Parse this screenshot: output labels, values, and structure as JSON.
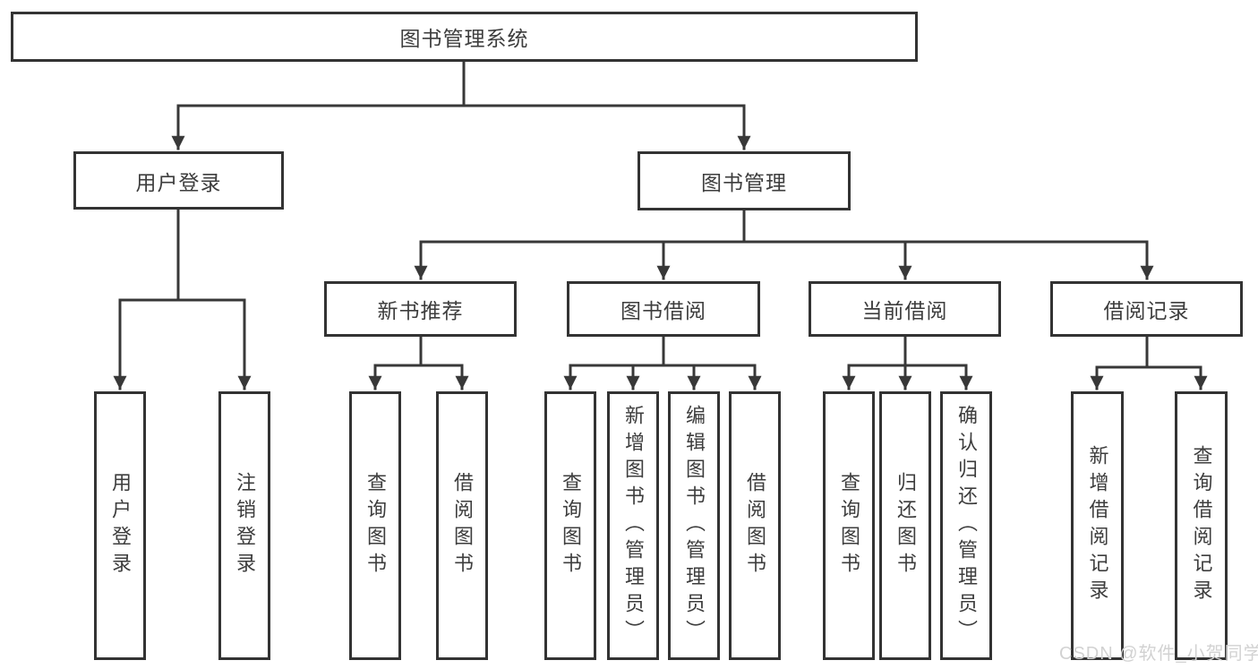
{
  "diagram_title": "图书管理系统",
  "watermark": "CSDN @软件_小贺同学",
  "colors": {
    "background": "#ffffff",
    "line": "#383838",
    "box_border": "#333333",
    "text": "#3d3d3d",
    "watermark": "#d2d2d2"
  },
  "tree": {
    "root": {
      "label": "图书管理系统"
    },
    "branches": [
      {
        "label": "用户登录",
        "children": [
          {
            "label": "用户登录"
          },
          {
            "label": "注销登录"
          }
        ]
      },
      {
        "label": "图书管理",
        "groups": [
          {
            "label": "新书推荐",
            "children": [
              {
                "label": "查询图书"
              },
              {
                "label": "借阅图书"
              }
            ]
          },
          {
            "label": "图书借阅",
            "children": [
              {
                "label": "查询图书"
              },
              {
                "label": "新增图书（管理员）"
              },
              {
                "label": "编辑图书（管理员）"
              },
              {
                "label": "借阅图书"
              }
            ]
          },
          {
            "label": "当前借阅",
            "children": [
              {
                "label": "查询图书"
              },
              {
                "label": "归还图书"
              },
              {
                "label": "确认归还（管理员）"
              }
            ]
          },
          {
            "label": "借阅记录",
            "children": [
              {
                "label": "新增借阅记录"
              },
              {
                "label": "查询借阅记录"
              }
            ]
          }
        ]
      }
    ]
  }
}
